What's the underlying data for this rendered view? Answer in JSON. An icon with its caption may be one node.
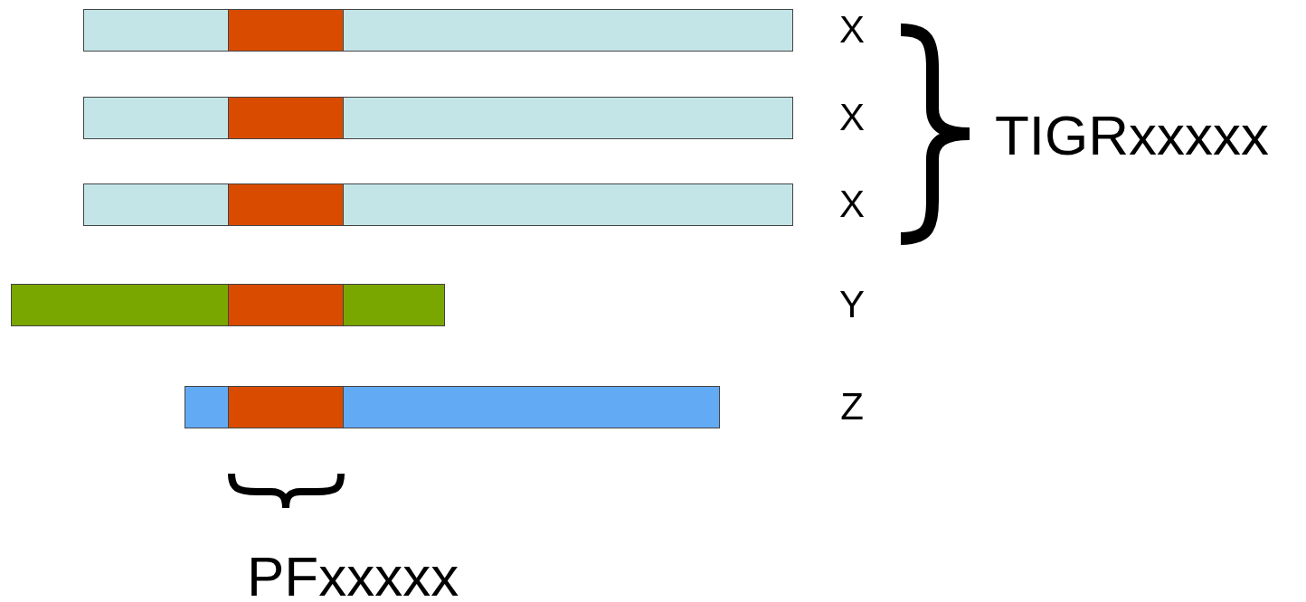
{
  "diagram": {
    "nodes": [
      {
        "text": [],
        "shape": "bar"
      },
      {
        "text": [],
        "shape": "bar",
        "in": 0
      },
      {
        "text": [],
        "shape": "bar"
      },
      {
        "text": [],
        "shape": "bar",
        "in": 2
      },
      {
        "text": [],
        "shape": "bar"
      },
      {
        "text": [],
        "shape": "bar",
        "in": 4
      },
      {
        "text": [],
        "shape": "bar"
      },
      {
        "text": [],
        "shape": "bar",
        "in": 6
      },
      {
        "text": [],
        "shape": "bar"
      },
      {
        "text": [],
        "shape": "bar",
        "in": 8
      }
    ],
    "edges": [],
    "labels": [
      "X",
      "X",
      "TIGRxxxxx",
      "X",
      "Y",
      "Z",
      "PFxxxxx"
    ]
  }
}
